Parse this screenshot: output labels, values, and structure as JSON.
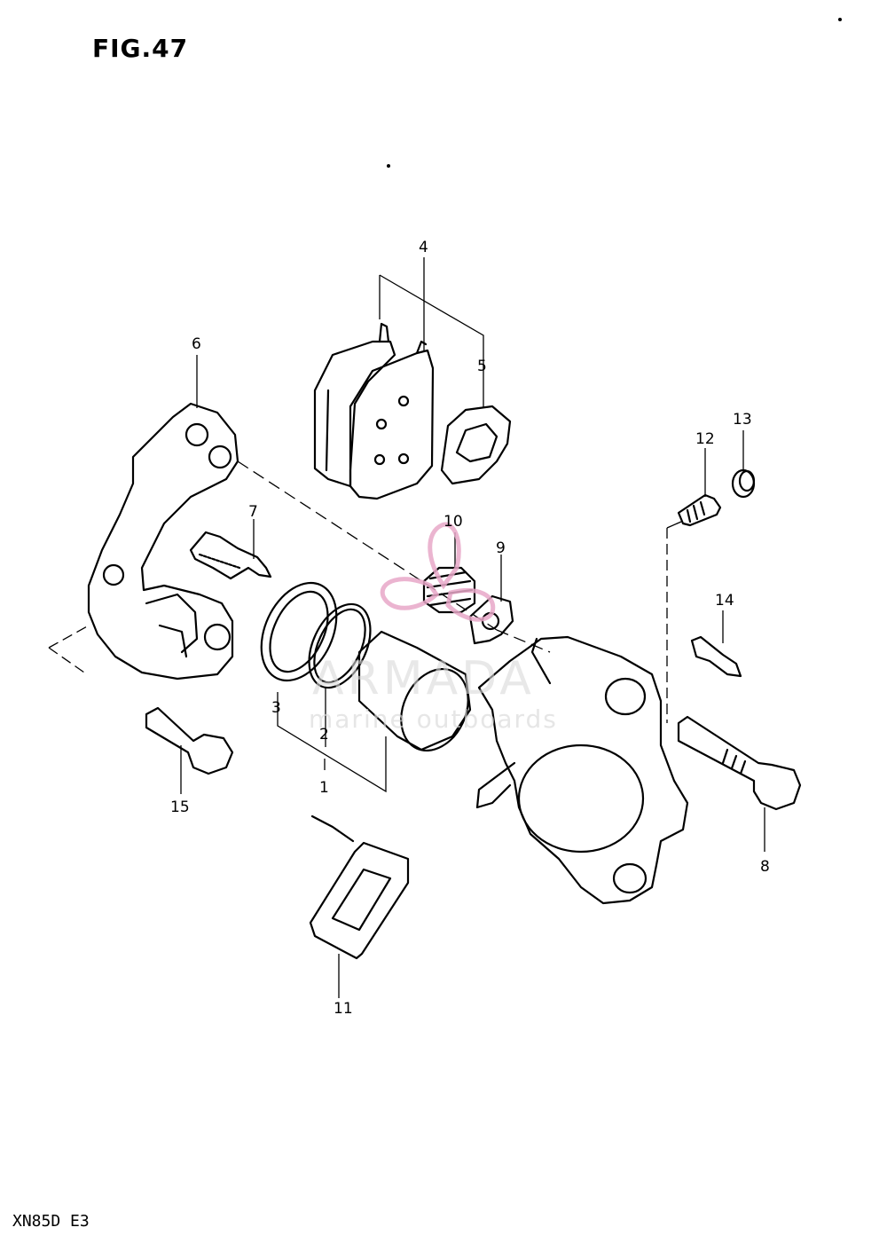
{
  "figure": {
    "title": "FIG.47",
    "model_code": "XN85D E3"
  },
  "callouts": {
    "c1": "1",
    "c2": "2",
    "c3": "3",
    "c4": "4",
    "c5": "5",
    "c6": "6",
    "c7": "7",
    "c8": "8",
    "c9": "9",
    "c10": "10",
    "c11": "11",
    "c12": "12",
    "c13": "13",
    "c14": "14",
    "c15": "15"
  },
  "watermark": {
    "brand": "ARMADA",
    "tagline": "marine outboards",
    "logo_color": "#e8a8c8"
  }
}
